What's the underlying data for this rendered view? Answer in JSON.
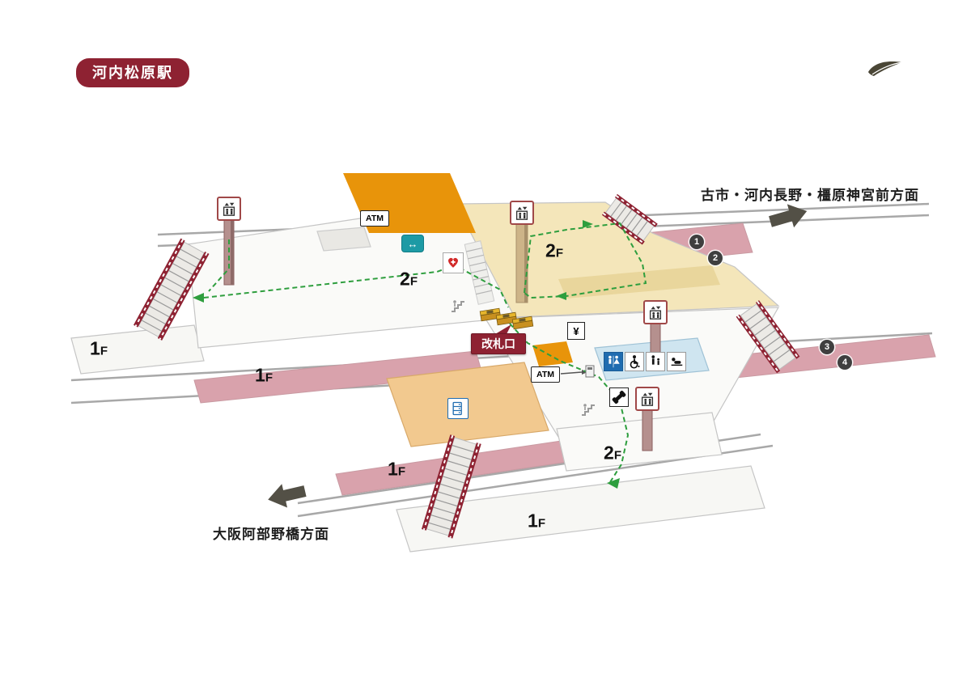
{
  "station": {
    "name": "河内松原駅"
  },
  "directions": {
    "east": "古市・河内長野・橿原神宮前方面",
    "west": "大阪阿部野橋方面"
  },
  "gate": {
    "label": "改札口"
  },
  "machines": {
    "atm": "ATM",
    "ticket_vending": "¥"
  },
  "floors": {
    "f1": {
      "num": "1",
      "suffix": "F"
    },
    "f2": {
      "num": "2",
      "suffix": "F"
    }
  },
  "platform_numbers": {
    "p1": "1",
    "p2": "2",
    "p3": "3",
    "p4": "4"
  },
  "icons": {
    "fare_adjustment": "↔"
  },
  "colors": {
    "accent_red": "#8e2232",
    "platform_pink": "#d9a2ac",
    "concourse_beige": "#f4e6ba",
    "building_orange": "#e8940a",
    "route_green": "#2e9e3e",
    "toilet_blue": "#1f6cb0",
    "area_blue": "#cfe5f0"
  }
}
